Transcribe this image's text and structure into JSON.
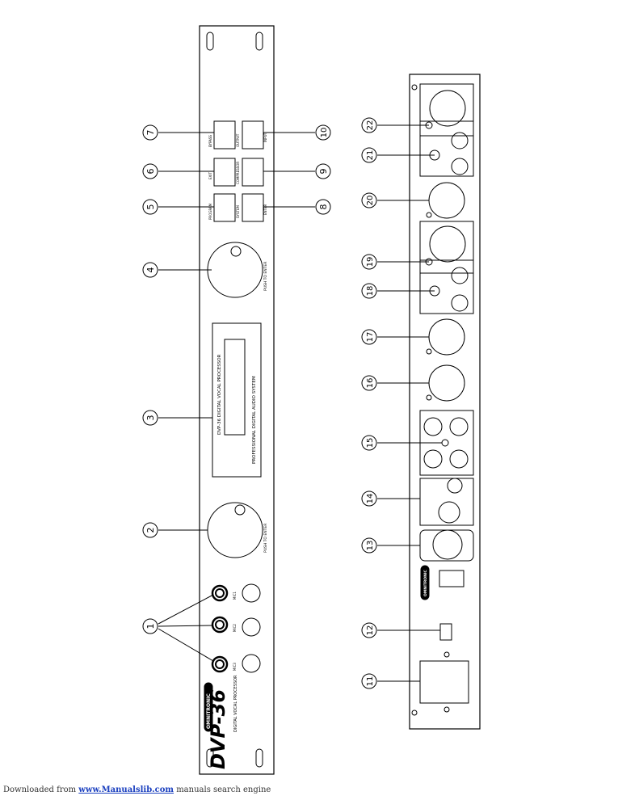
{
  "front_panel": {
    "labels": {
      "1": "1",
      "2": "2",
      "3": "3",
      "4": "4",
      "5": "5",
      "6": "6",
      "7": "7",
      "8": "8",
      "9": "9",
      "10": "10"
    },
    "logo_text": "OMNITRONIC",
    "model": "DVP-36",
    "model_subtitle": "DIGITAL VOCAL PROCESSOR",
    "display_line1": "DVP-36 DIGITAL VOCAL PROCESSOR",
    "display_line2": "PROFESSIONAL DIGITAL AUDIO SYSTEM",
    "button_labels": [
      "PROGRAM",
      "EXIT",
      "ENTER",
      "SYSTEM",
      "INPUT",
      "OUTPUT",
      "COMPRESSOR",
      "BYPASS",
      "MIC1",
      "MIC2",
      "MIC3"
    ],
    "knob_labels": [
      "PUSH TO ENTER",
      "PUSH TO ENTER"
    ]
  },
  "rear_panel": {
    "labels": {
      "11": "11",
      "12": "12",
      "13": "13",
      "14": "14",
      "15": "15",
      "16": "16",
      "17": "17",
      "18": "18",
      "19": "19",
      "20": "20",
      "21": "21",
      "22": "22"
    },
    "logo_text": "OMNITRONIC"
  },
  "footer": {
    "prefix": "Downloaded from",
    "link": "www.Manualslib.com",
    "suffix": "manuals search engine"
  }
}
